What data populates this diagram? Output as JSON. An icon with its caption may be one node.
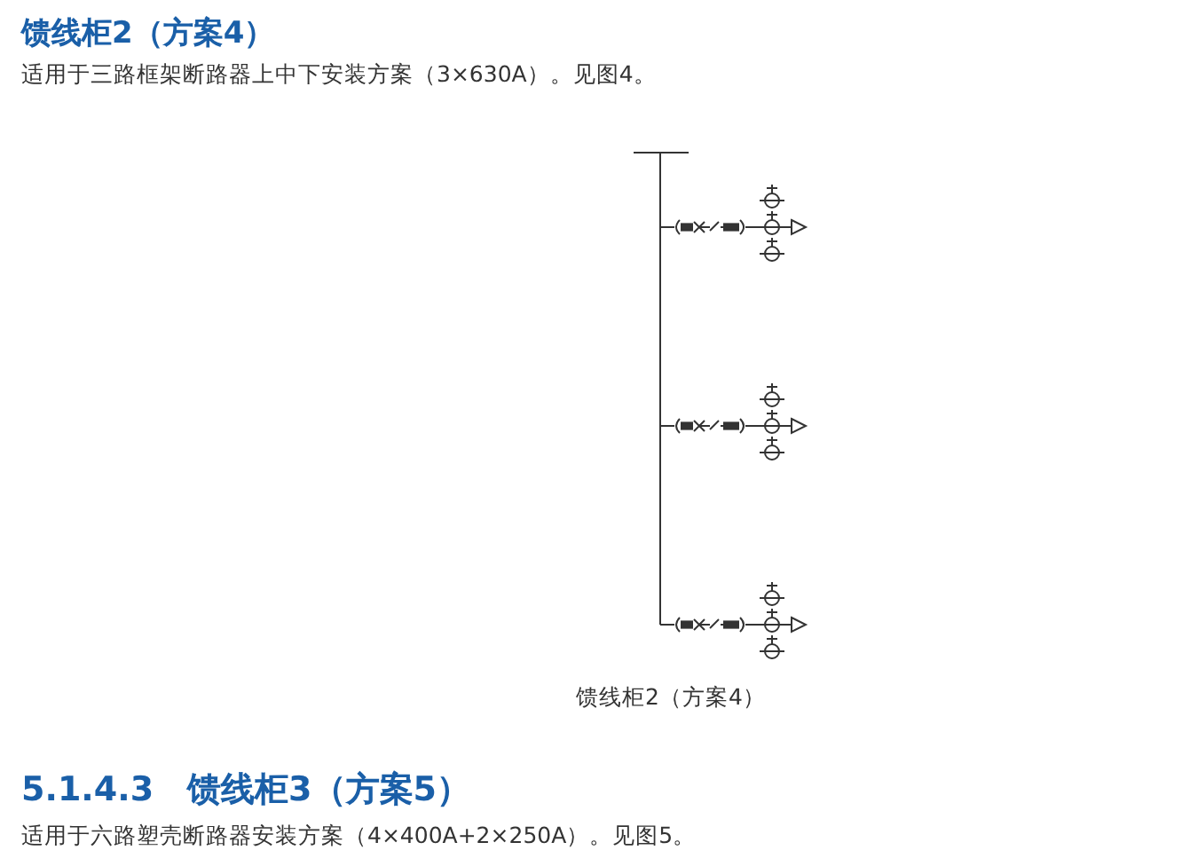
{
  "diagram": {
    "title": "馈线柜2（方案4）",
    "caption": "馈线柜2（方案4）",
    "labels": [
      "适用于三路框架断路器上中下安装方案（3×630A）。见图4。",
      "5.1.4.3　馈线柜3（方案5）",
      "适用于六路塑壳断路器安装方案（4×400A+2×250A）。见图5。"
    ]
  }
}
